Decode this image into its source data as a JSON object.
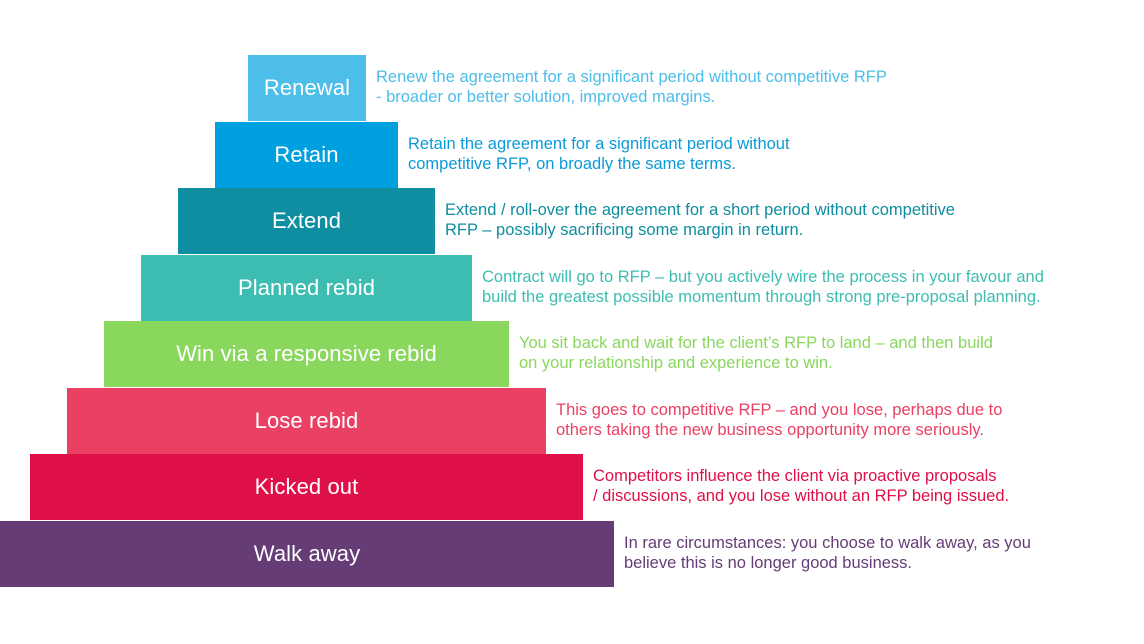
{
  "levels": [
    {
      "label": "Renewal",
      "color": "#4dbde9",
      "text_color": "#4dbde9",
      "description": [
        "Renew the agreement for a significant period without competitive RFP",
        "- broader or better solution, improved margins."
      ]
    },
    {
      "label": "Retain",
      "color": "#00a0e0",
      "text_color": "#0a9ad8",
      "description": [
        "Retain the agreement for a significant period without",
        "competitive RFP, on broadly the same terms."
      ]
    },
    {
      "label": "Extend",
      "color": "#0e8ea0",
      "text_color": "#0e8ea0",
      "description": [
        "Extend / roll-over the agreement for a short period without competitive",
        "RFP – possibly sacrificing some margin in return."
      ]
    },
    {
      "label": "Planned rebid",
      "color": "#3dbdb2",
      "text_color": "#3dbdb2",
      "description": [
        "Contract will go to RFP – but you actively wire the process in your favour and",
        "build the greatest possible momentum through strong pre-proposal planning."
      ]
    },
    {
      "label": "Win via a responsive rebid",
      "color": "#8ad75e",
      "text_color": "#8ad75e",
      "description": [
        "You sit back and wait for the client’s RFP to land – and then build",
        "on your relationship and experience to win."
      ]
    },
    {
      "label": "Lose rebid",
      "color": "#ea4063",
      "text_color": "#ea4063",
      "description": [
        "This goes to competitive RFP – and you lose, perhaps due to",
        "others taking the new business opportunity more seriously."
      ]
    },
    {
      "label": "Kicked out",
      "color": "#df0f47",
      "text_color": "#df0f47",
      "description": [
        "Competitors influence the client via proactive proposals",
        "/ discussions, and you lose without an RFP being issued."
      ]
    },
    {
      "label": "Walk away",
      "color": "#653c76",
      "text_color": "#653c76",
      "description": [
        "In rare circumstances: you choose to walk away, as you",
        "believe this is no longer good business."
      ]
    }
  ]
}
